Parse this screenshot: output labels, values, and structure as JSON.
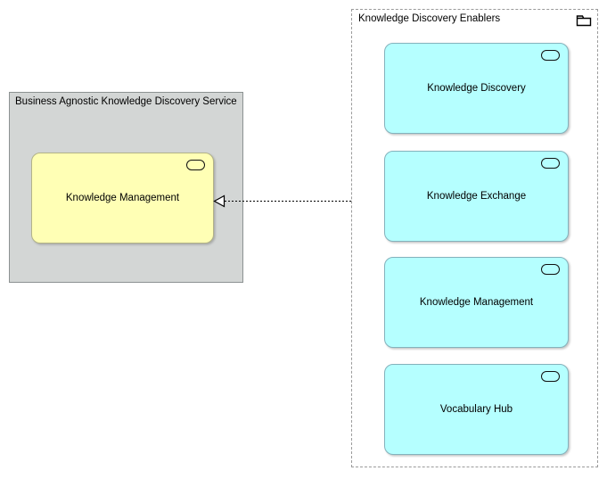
{
  "diagram": {
    "background_color": "#ffffff",
    "service_container": {
      "title": "Business Agnostic Knowledge Discovery Service",
      "fill_color": "#d3d6d5",
      "border_color": "#8c9292",
      "element": {
        "label": "Knowledge Management",
        "type": "application-service",
        "fill_color": "#ffffb5",
        "border_color": "#b3b388",
        "icon": "application-service-oval-icon"
      }
    },
    "group": {
      "title": "Knowledge Discovery Enablers",
      "border_style": "dashed",
      "border_color": "#9b9b9b",
      "fill_color": "#ffffff",
      "icon": "folder-icon",
      "elements": [
        {
          "label": "Knowledge Discovery",
          "type": "application-service",
          "fill_color": "#b5ffff",
          "border_color": "#84b2bc",
          "icon": "application-service-oval-icon"
        },
        {
          "label": "Knowledge Exchange",
          "type": "application-service",
          "fill_color": "#b5ffff",
          "border_color": "#84b2bc",
          "icon": "application-service-oval-icon"
        },
        {
          "label": "Knowledge Management",
          "type": "application-service",
          "fill_color": "#b5ffff",
          "border_color": "#84b2bc",
          "icon": "application-service-oval-icon"
        },
        {
          "label": "Vocabulary Hub",
          "type": "application-service",
          "fill_color": "#b5ffff",
          "border_color": "#84b2bc",
          "icon": "application-service-oval-icon"
        }
      ]
    },
    "relationship": {
      "type": "realization",
      "line_style": "dotted",
      "line_color": "#000000",
      "arrowhead": "hollow-triangle-pointing-left",
      "source": "Knowledge Discovery Enablers",
      "target": "Knowledge Management"
    }
  }
}
